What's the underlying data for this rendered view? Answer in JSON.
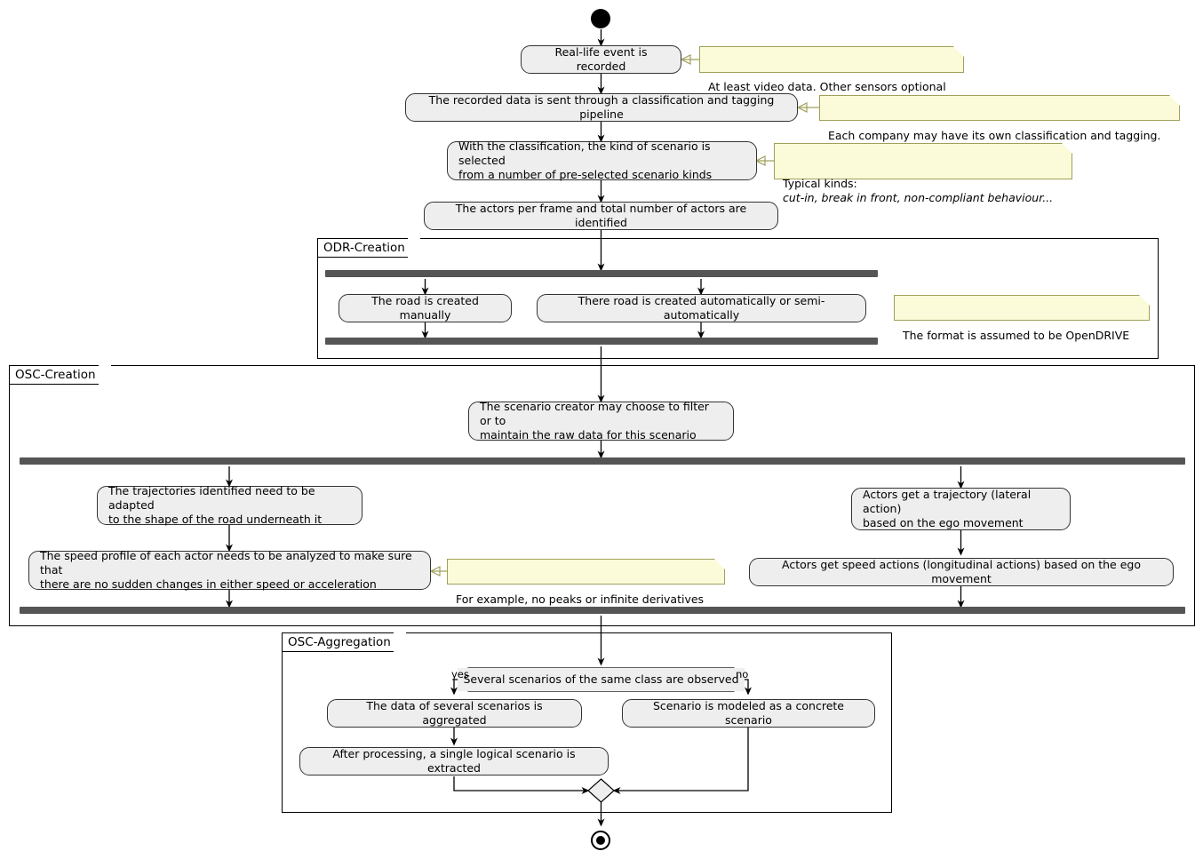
{
  "diagram": {
    "title": "Scenario creation activity diagram",
    "type": "uml-activity"
  },
  "nodes": {
    "start": "start-node",
    "end": "end-node"
  },
  "activities": {
    "a1": "Real-life event is recorded",
    "a2": "The recorded data is sent through a classification and tagging pipeline",
    "a3": "With the classification, the kind of scenario is selected\nfrom a number of pre-selected scenario kinds",
    "a4": "The actors per frame and total number of actors are identified",
    "a5": "The road is created manually",
    "a6": "There road is created automatically or semi-automatically",
    "a7": "The scenario creator may choose to filter or to\nmaintain the raw data for this scenario",
    "a8": "The trajectories identified need to be adapted\nto the shape of the road underneath it",
    "a9": "The speed profile of each actor needs to be analyzed to make sure that\nthere are no sudden changes in either speed or acceleration",
    "a10": "Actors get a trajectory (lateral action)\nbased on the ego movement",
    "a11": "Actors get speed actions (longitudinal actions) based on the ego movement",
    "a12": "The data of several scenarios is aggregated",
    "a13": "Scenario is modeled as a concrete scenario",
    "a14": "After processing, a single logical scenario is extracted"
  },
  "notes": {
    "n1": "At least video data. Other sensors optional",
    "n2": "Each company may have its own classification and tagging.",
    "n3_line1": "Typical kinds:",
    "n3_line2": "cut-in, break in front, non-compliant behaviour...",
    "n4": "The format is assumed to be OpenDRIVE",
    "n5": "For example, no peaks or infinite derivatives"
  },
  "partitions": {
    "p1": "ODR-Creation",
    "p2": "OSC-Creation",
    "p3": "OSC-Aggregation"
  },
  "decision": {
    "question": "Several scenarios of the same class are observed",
    "yes": "yes",
    "no": "no"
  },
  "colors": {
    "activity_fill": "#EEEEEE",
    "activity_stroke": "#333333",
    "note_fill": "#FBFBDA",
    "note_stroke": "#A0A05A",
    "bar_fill": "#555555",
    "line": "#000000",
    "background": "#FFFFFF"
  }
}
